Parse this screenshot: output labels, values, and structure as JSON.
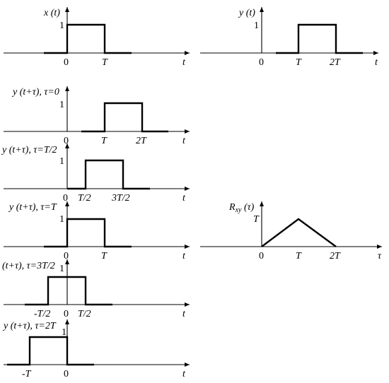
{
  "plots": {
    "x": {
      "title": "x (t)",
      "amp": "1",
      "ticks": [
        "0",
        "T"
      ],
      "axis": "t"
    },
    "y": {
      "title": "y (t)",
      "amp": "1",
      "ticks": [
        "0",
        "T",
        "2T"
      ],
      "axis": "t"
    },
    "s0": {
      "title": "y (t+τ), τ=0",
      "amp": "1",
      "ticks": [
        "0",
        "T",
        "2T"
      ],
      "axis": "t"
    },
    "s1": {
      "title": "y (t+τ), τ=T/2",
      "amp": "1",
      "ticks": [
        "0",
        "T/2",
        "3T/2"
      ],
      "axis": "t"
    },
    "s2": {
      "title": "y (t+τ), τ=T",
      "amp": "1",
      "ticks": [
        "0",
        "T"
      ],
      "axis": "t"
    },
    "s3": {
      "title": "(t+τ), τ=3T/2",
      "amp": "1",
      "ticks": [
        "-T/2",
        "0",
        "T/2"
      ],
      "axis": "t"
    },
    "s4": {
      "title": "y (t+τ), τ=2T",
      "amp": "1",
      "ticks": [
        "-T",
        "0"
      ],
      "axis": "t"
    },
    "r": {
      "title": "R",
      "title_sub": "xy",
      "title_rest": " (τ)",
      "amp": "T",
      "ticks": [
        "0",
        "T",
        "2T"
      ],
      "axis": "τ"
    }
  }
}
